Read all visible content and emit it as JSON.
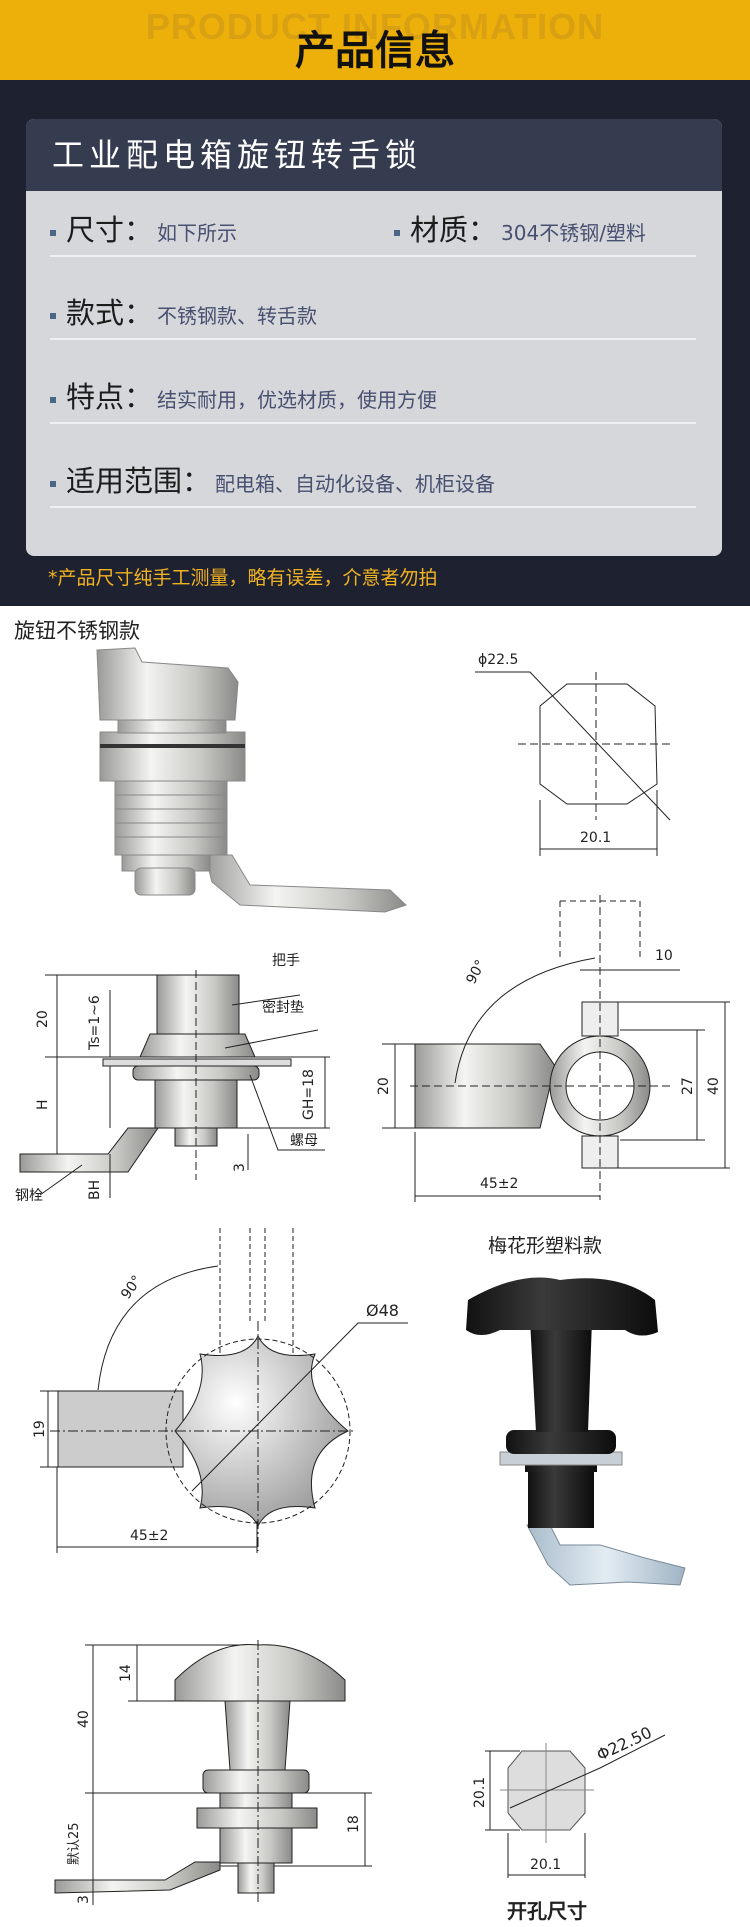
{
  "header": {
    "watermark": "PRODUCT INFORMATION",
    "title": "产品信息"
  },
  "card": {
    "title": "工业配电箱旋钮转舌锁",
    "specs": [
      {
        "label": "尺寸：",
        "value": "如下所示"
      },
      {
        "label": "材质：",
        "value": "304不锈钢/塑料"
      },
      {
        "label": "款式：",
        "value": "不锈钢款、转舌款"
      },
      {
        "label": "特点：",
        "value": "结实耐用，优选材质，使用方便"
      },
      {
        "label": "适用范围：",
        "value": "配电箱、自动化设备、机柜设备"
      }
    ]
  },
  "note": "*产品尺寸纯手工测量，略有误差，介意者勿拍",
  "stainless": {
    "title": "旋钮不锈钢款",
    "hole_diameter": "ϕ22.5",
    "hole_width": "20.1",
    "side": {
      "handle": "把手",
      "gasket": "密封垫",
      "nut": "螺母",
      "bolt": "钢栓",
      "h20": "20",
      "ts": "Ts=1~6",
      "h": "H",
      "gh": "GH=18",
      "d3": "3",
      "bh": "BH"
    },
    "top": {
      "angle": "90°",
      "d10": "10",
      "d20": "20",
      "d27": "27",
      "d40": "40",
      "len": "45±2"
    }
  },
  "plastic": {
    "title": "梅花形塑料款",
    "top": {
      "angle": "90°",
      "diameter": "Ø48",
      "d19": "19",
      "len": "45±2"
    },
    "side": {
      "d14": "14",
      "d40": "40",
      "default": "默认25",
      "d18": "18",
      "d3": "3"
    },
    "hole": {
      "diameter": "Φ22.50",
      "height": "20.1",
      "width": "20.1",
      "caption": "开孔尺寸"
    }
  },
  "colors": {
    "accent": "#edb00a",
    "dark": "#1d2130",
    "card_header": "#353c50",
    "note": "#f2b321"
  }
}
